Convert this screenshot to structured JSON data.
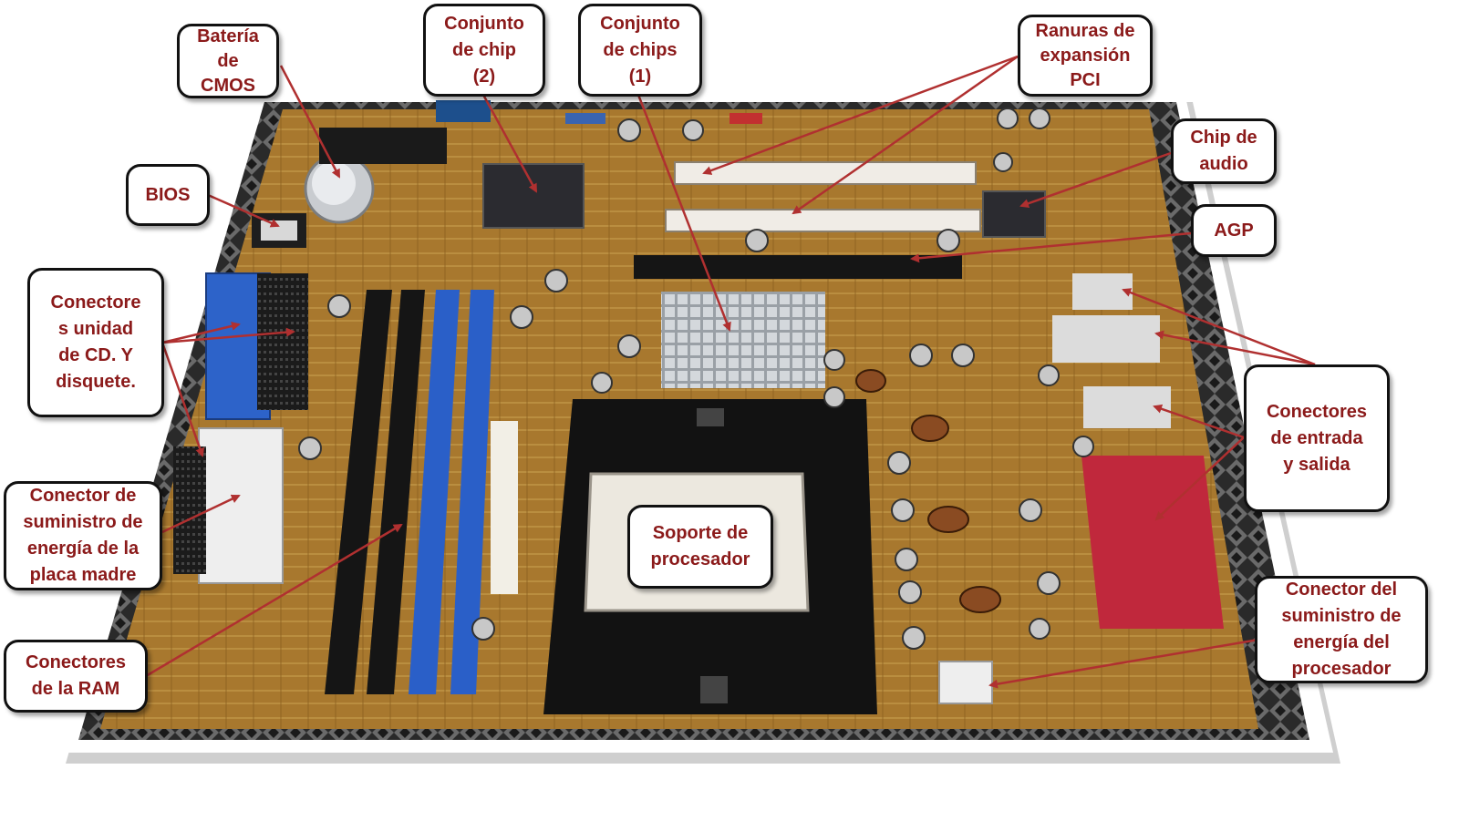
{
  "colors": {
    "label_text": "#8b1a1a",
    "label_border": "#111111",
    "arrow": "#b03030",
    "board": "#9a6e2a",
    "board_dark": "#5a3d14",
    "ram_blue": "#2a5fc8",
    "ram_black": "#151515",
    "frame_bg": "#2a2a2a",
    "io_red": "#c0283c"
  },
  "labels": {
    "bateria_cmos": "Batería\nde\nCMOS",
    "conjunto_chip_2": "Conjunto\nde chip\n(2)",
    "conjunto_chips_1": "Conjunto\nde chips\n(1)",
    "ranuras_pci": "Ranuras de\nexpansión\nPCI",
    "bios": "BIOS",
    "chip_audio": "Chip de\naudio",
    "agp": "AGP",
    "conectores_cd": "Conectore\ns unidad\nde CD.  Y\ndisquete.",
    "conectores_entrada_salida": "Conectores\nde entrada\ny salida",
    "conector_energia_placa": "Conector de\nsuministro de\nenergía de la\nplaca madre",
    "soporte_procesador": "Soporte de\nprocesador",
    "conector_energia_procesador": "Conector del\nsuministro de\nenergía del\nprocesador",
    "conectores_ram": "Conectores\nde la RAM"
  }
}
